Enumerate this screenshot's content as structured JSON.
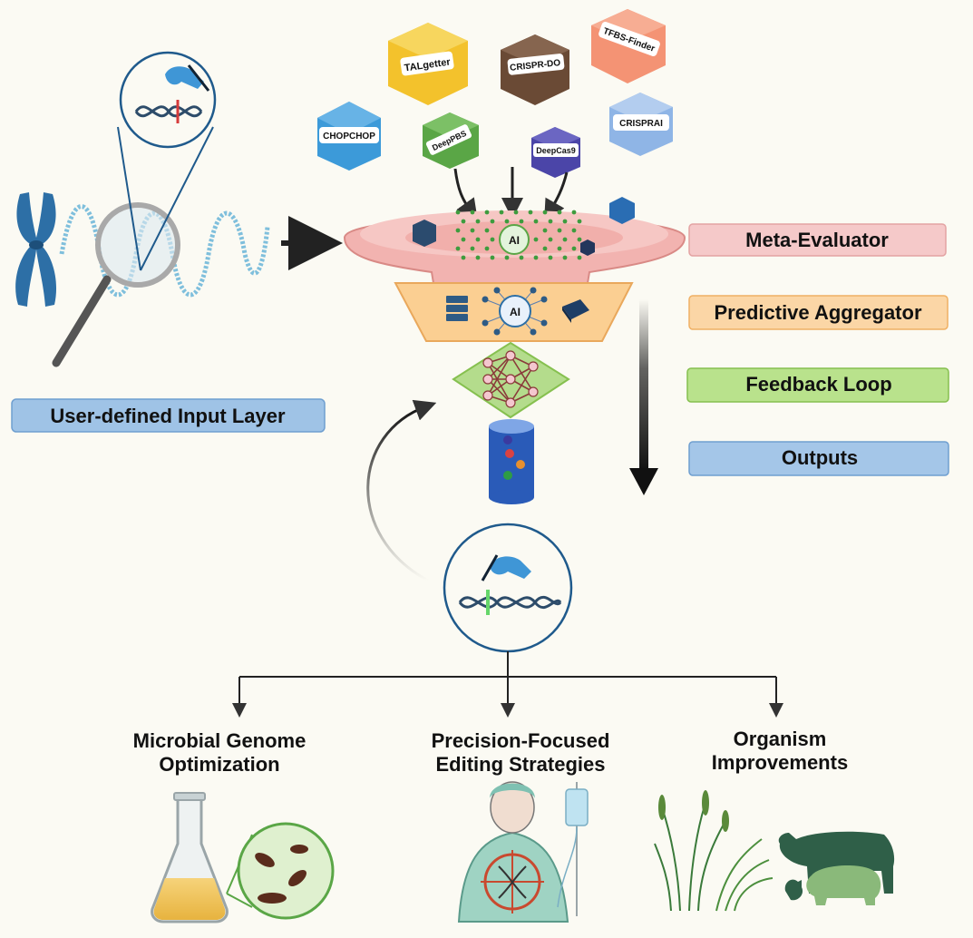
{
  "input_layer": {
    "label": "User-defined Input Layer",
    "color": "#9fc3e6"
  },
  "tools": [
    "TALgetter",
    "CRISPR-DO",
    "TFBS-Finder",
    "CHOPCHOP",
    "DeepPBS",
    "DeepCas9",
    "CRISPRAI"
  ],
  "ai_label": "AI",
  "legend": [
    {
      "label": "Meta-Evaluator",
      "color": "#f5c9c9",
      "border": "#e3a3a3"
    },
    {
      "label": "Predictive Aggregator",
      "color": "#fbd6a6",
      "border": "#f0b064"
    },
    {
      "label": "Feedback Loop",
      "color": "#b9e28c",
      "border": "#86c04f"
    },
    {
      "label": "Outputs",
      "color": "#a4c6e8",
      "border": "#6f9fd0"
    }
  ],
  "outcomes": [
    {
      "line1": "Microbial Genome",
      "line2": "Optimization"
    },
    {
      "line1": "Precision-Focused",
      "line2": "Editing Strategies"
    },
    {
      "line1": "Organism",
      "line2": "Improvements"
    }
  ]
}
